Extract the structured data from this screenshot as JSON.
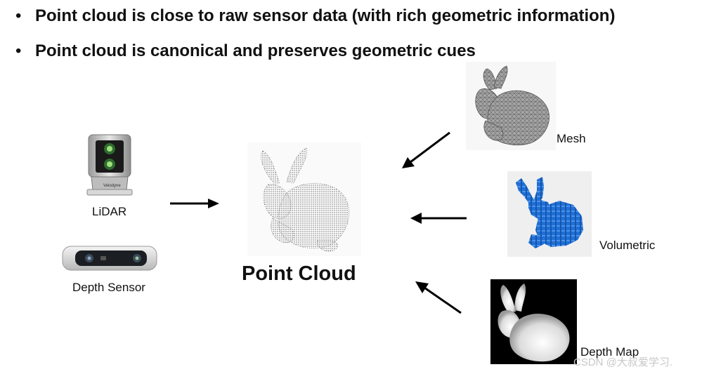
{
  "bullets": [
    "Point cloud is close to raw sensor data (with rich geometric information)",
    "Point cloud is canonical and preserves geometric cues"
  ],
  "bullet_marker": "•",
  "sources": {
    "lidar": "LiDAR",
    "depth_sensor": "Depth Sensor",
    "sensor_brand": "Velodyne"
  },
  "center": {
    "title": "Point Cloud"
  },
  "representations": {
    "mesh": "Mesh",
    "volumetric": "Volumetric",
    "depth_map": "Depth Map"
  },
  "watermark": "CSDN @大叔爱学习.",
  "colors": {
    "text": "#111111",
    "arrow": "#000000",
    "voxel_blue": "#1f6fd6",
    "mesh_gray": "#8a8a8a",
    "depth_bg": "#000000",
    "watermark": "#c8c8c8"
  },
  "icons": {
    "lidar": "lidar-sensor-icon",
    "depth_sensor": "depth-camera-icon",
    "point_cloud": "point-cloud-bunny",
    "mesh": "mesh-bunny",
    "volumetric": "voxel-bunny",
    "depth_map": "depth-map-bunny"
  }
}
